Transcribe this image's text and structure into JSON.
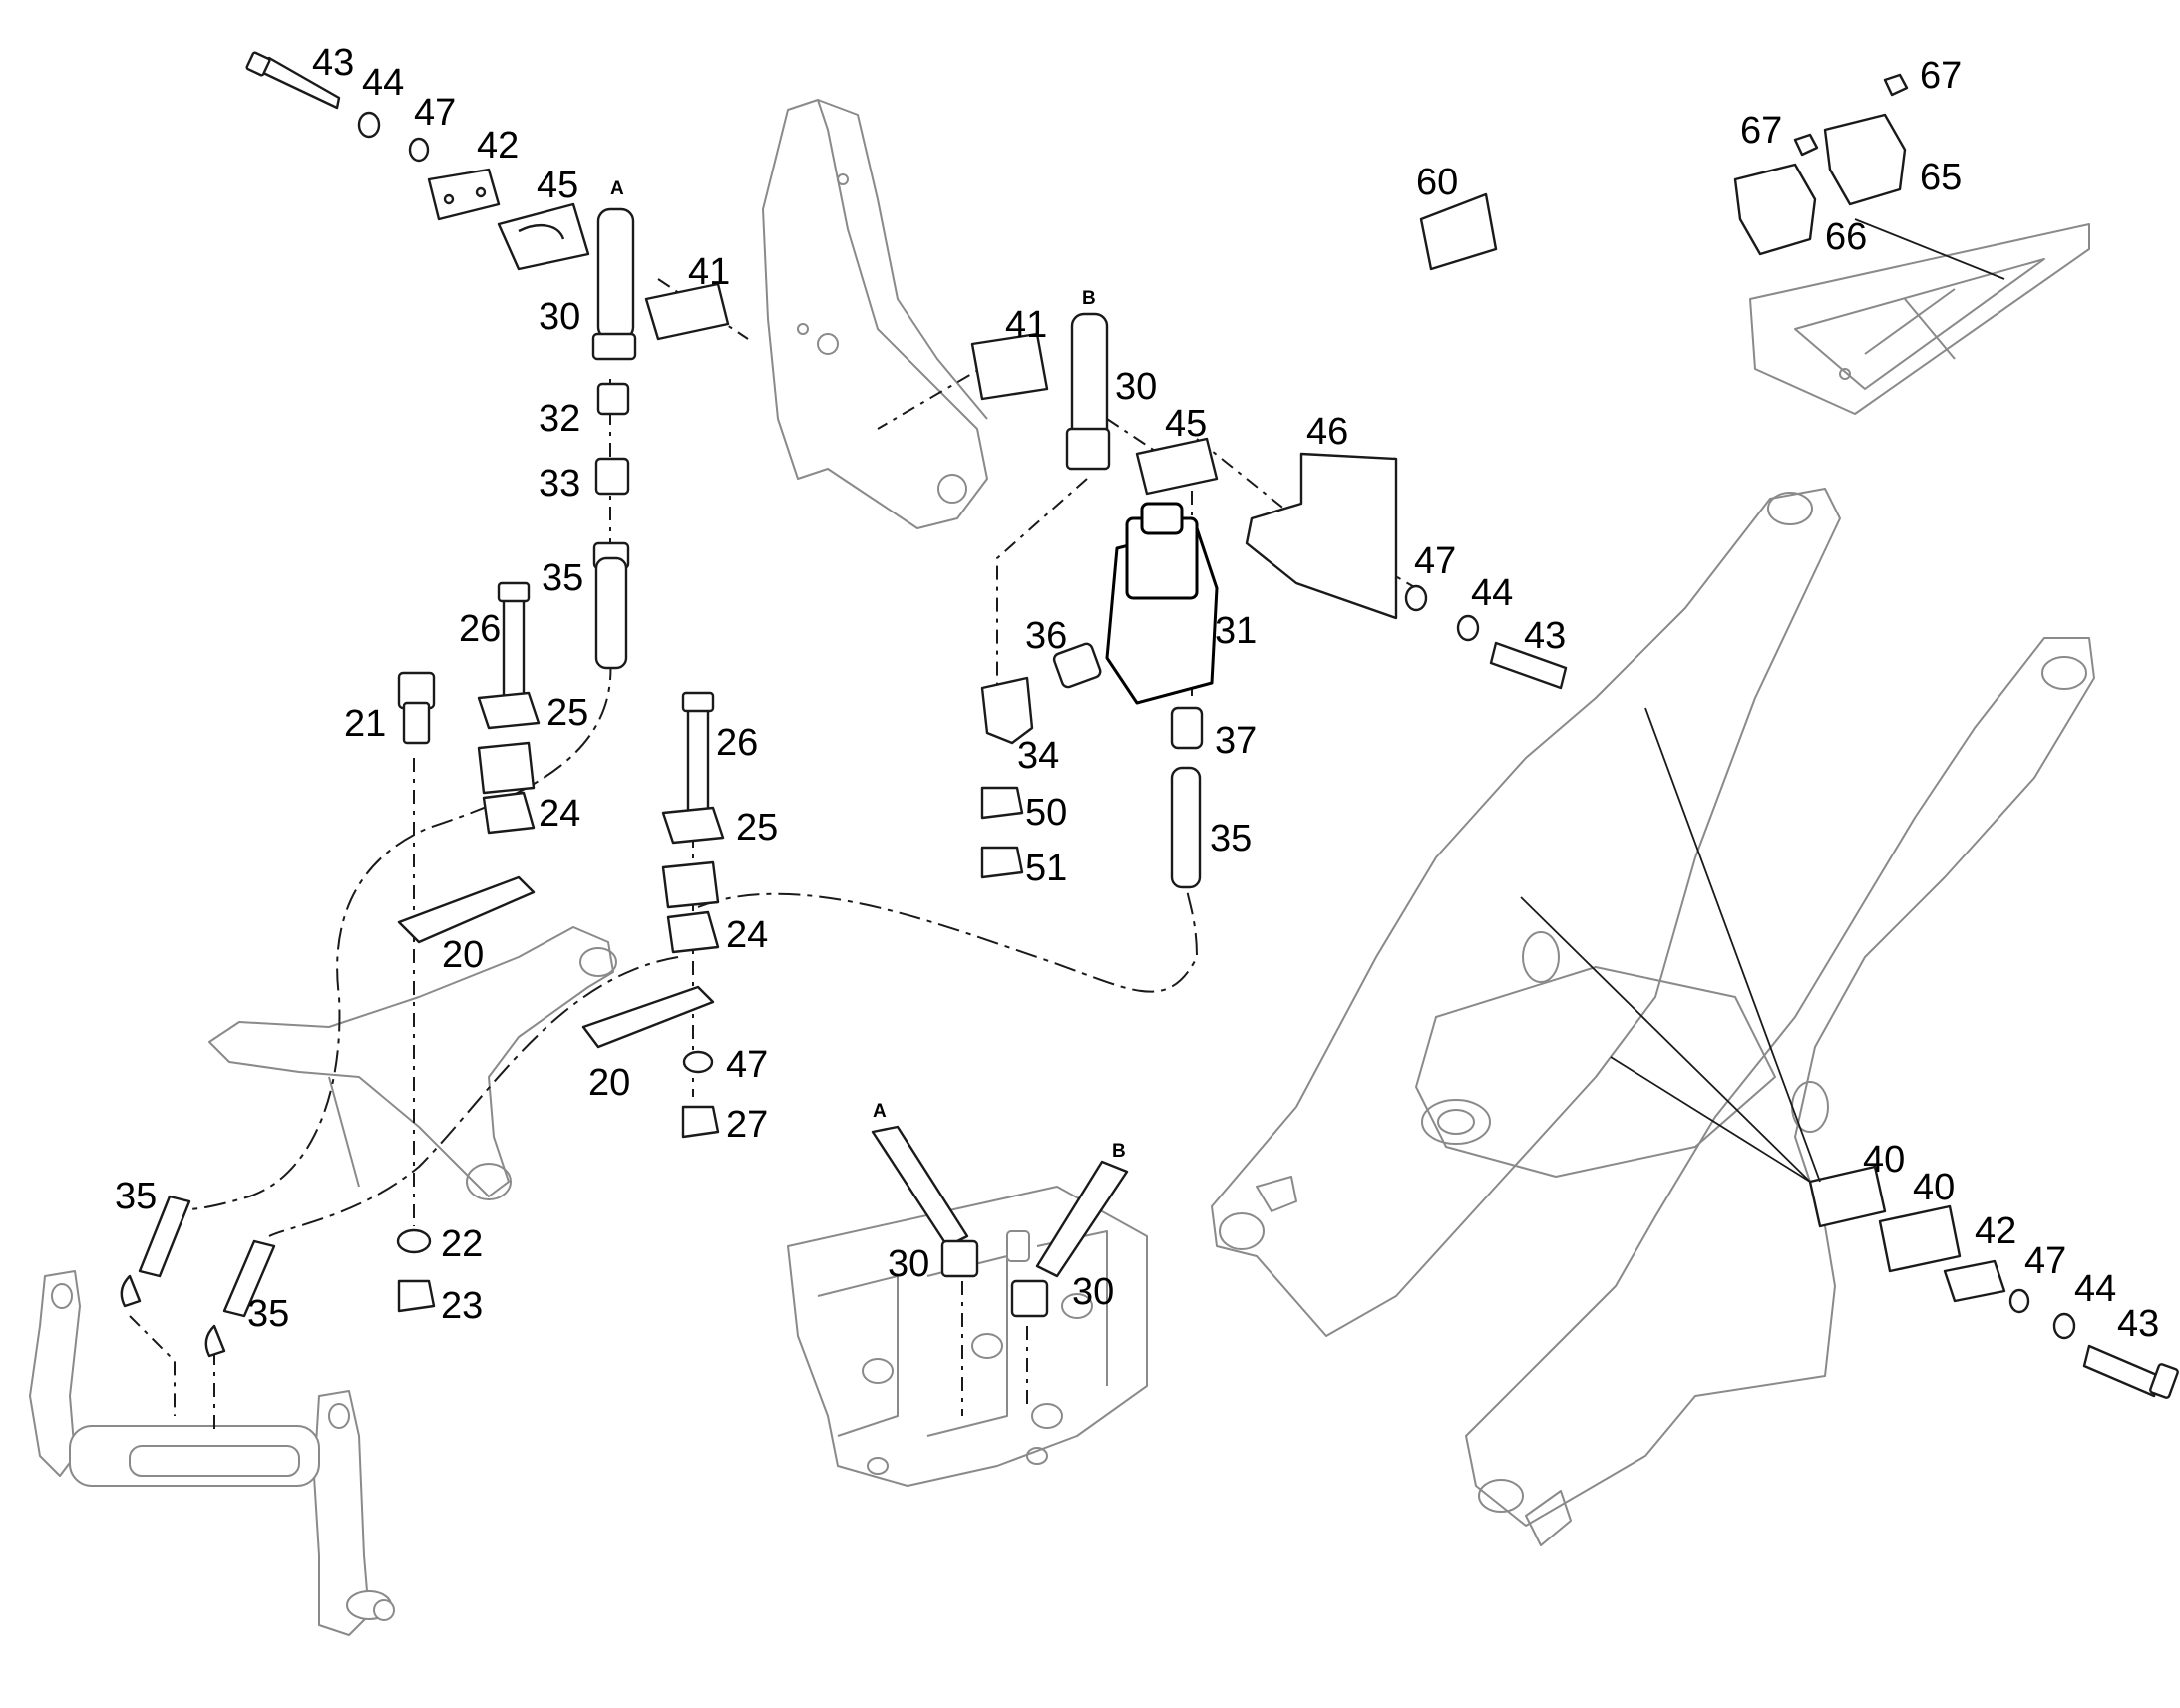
{
  "callouts": [
    {
      "n": "43"
    },
    {
      "n": "44"
    },
    {
      "n": "47"
    },
    {
      "n": "42"
    },
    {
      "n": "45"
    },
    {
      "n": "30"
    },
    {
      "n": "41"
    },
    {
      "n": "32"
    },
    {
      "n": "33"
    },
    {
      "n": "35"
    },
    {
      "n": "26"
    },
    {
      "n": "25"
    },
    {
      "n": "21"
    },
    {
      "n": "24"
    },
    {
      "n": "26"
    },
    {
      "n": "25"
    },
    {
      "n": "24"
    },
    {
      "n": "20"
    },
    {
      "n": "20"
    },
    {
      "n": "47"
    },
    {
      "n": "27"
    },
    {
      "n": "22"
    },
    {
      "n": "23"
    },
    {
      "n": "35"
    },
    {
      "n": "35"
    },
    {
      "n": "41"
    },
    {
      "n": "30"
    },
    {
      "n": "45"
    },
    {
      "n": "46"
    },
    {
      "n": "47"
    },
    {
      "n": "44"
    },
    {
      "n": "43"
    },
    {
      "n": "36"
    },
    {
      "n": "31"
    },
    {
      "n": "37"
    },
    {
      "n": "34"
    },
    {
      "n": "50"
    },
    {
      "n": "51"
    },
    {
      "n": "35"
    },
    {
      "n": "30"
    },
    {
      "n": "30"
    },
    {
      "n": "60"
    },
    {
      "n": "67"
    },
    {
      "n": "67"
    },
    {
      "n": "65"
    },
    {
      "n": "66"
    },
    {
      "n": "40"
    },
    {
      "n": "40"
    },
    {
      "n": "42"
    },
    {
      "n": "47"
    },
    {
      "n": "44"
    },
    {
      "n": "43"
    }
  ],
  "ports": [
    {
      "label": "A"
    },
    {
      "label": "B"
    },
    {
      "label": "A"
    },
    {
      "label": "B"
    }
  ]
}
